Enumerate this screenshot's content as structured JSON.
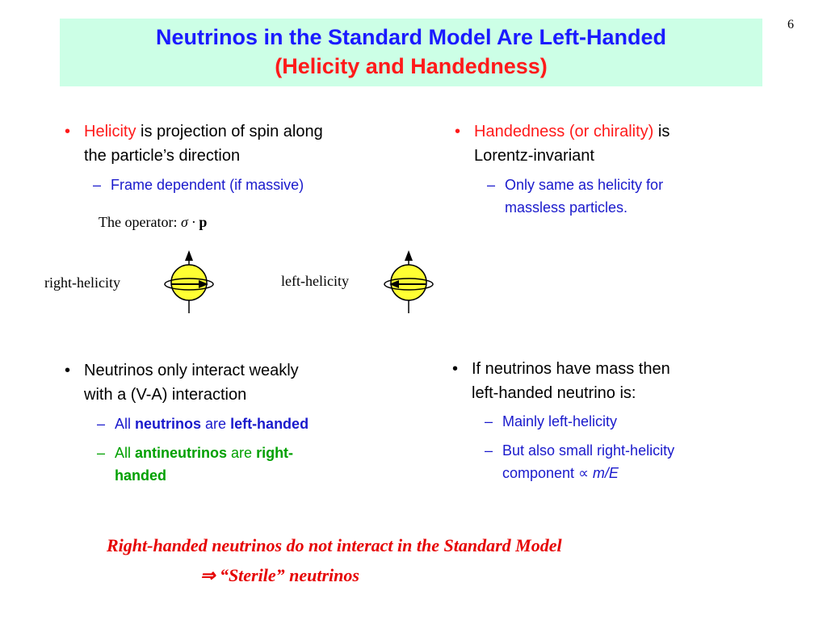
{
  "page_number": "6",
  "title": {
    "line1": "Neutrinos in the Standard Model Are Left-Handed",
    "line2": "(Helicity and Handedness)"
  },
  "top_left": {
    "bullet": "•",
    "term": "Helicity",
    "rest_1": " is projection of spin along",
    "rest_2": "the particle’s direction",
    "sub_dash": "–",
    "sub_item": "Frame dependent (if massive)"
  },
  "top_right": {
    "bullet": "•",
    "term": "Handedness (or chirality)",
    "rest_1": " is",
    "rest_2": "Lorentz-invariant",
    "sub_dash": "–",
    "sub_item_1": "Only same as helicity for",
    "sub_item_2": "massless particles."
  },
  "operator": {
    "label": "The operator: ",
    "symbol": "σ · ",
    "vector": "p"
  },
  "helicity_diagrams": {
    "right_label": "right-helicity",
    "left_label": "left-helicity",
    "sphere_color": "#ffff33"
  },
  "bottom_left": {
    "bullet": "•",
    "text_1": "Neutrinos only interact weakly",
    "text_2": "with a (V-A) interaction",
    "sub_dash_1": "–",
    "sub1_pre": "All ",
    "sub1_bold": "neutrinos",
    "sub1_mid": " are ",
    "sub1_bold2": "left-handed",
    "sub_dash_2": "–",
    "sub2_pre": "All ",
    "sub2_bold": "antineutrinos",
    "sub2_mid": " are ",
    "sub2_bold2_a": "right-",
    "sub2_bold2_b": "handed"
  },
  "bottom_right": {
    "bullet": "•",
    "text_1": "If neutrinos have mass then",
    "text_2": "left-handed neutrino is:",
    "sub_dash_1": "–",
    "sub1": "Mainly left-helicity",
    "sub_dash_2": "–",
    "sub2_line1": "But also small right-helicity",
    "sub2_line2_pre": "component ",
    "sub2_symbol": "∝",
    "sub2_italic": " m/E"
  },
  "conclusion": {
    "line1": "Right-handed neutrinos do not interact in the Standard Model",
    "arrow": "⇒",
    "line2": " “Sterile”  neutrinos"
  },
  "colors": {
    "title_bg": "#ccffe6",
    "title_blue": "#1a1aff",
    "title_red": "#ff1a1a",
    "sub_blue": "#1a1acc",
    "green": "#00a000",
    "conclusion_red": "#e60000"
  }
}
